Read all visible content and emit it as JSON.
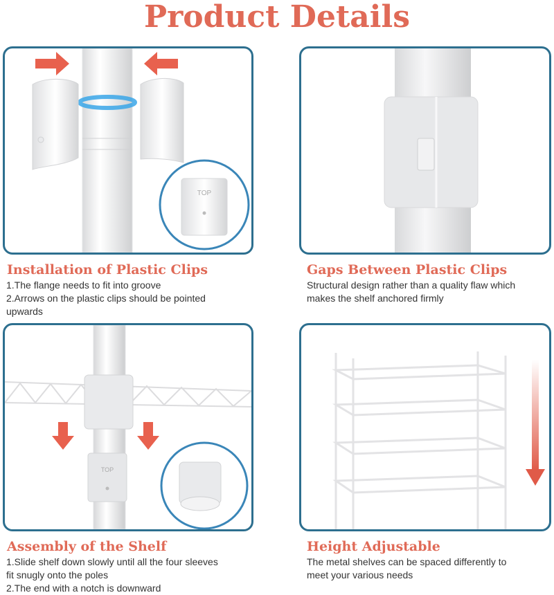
{
  "title": "Product Details",
  "panels": [
    {
      "heading": "Installation of Plastic Clips",
      "lines": [
        "1.The flange needs to fit into groove",
        "2.Arrows on the plastic clips should be pointed",
        "upwards"
      ],
      "inset_label": "TOP"
    },
    {
      "heading": "Gaps Between Plastic Clips",
      "lines": [
        "Structural design rather than a quality flaw which",
        "makes the shelf anchored firmly"
      ]
    },
    {
      "heading": "Assembly of the Shelf",
      "lines": [
        "1.Slide shelf down slowly until all the four sleeves",
        "fit snugly onto the poles",
        "2.The end with a notch is downward"
      ],
      "sleeve_label": "TOP"
    },
    {
      "heading": "Height Adjustable",
      "lines": [
        "The metal shelves can be spaced differently to",
        "meet your various needs"
      ]
    }
  ],
  "colors": {
    "accent": "#e06a57",
    "frame": "#2d6f8f",
    "groove": "#3aa6e8"
  }
}
